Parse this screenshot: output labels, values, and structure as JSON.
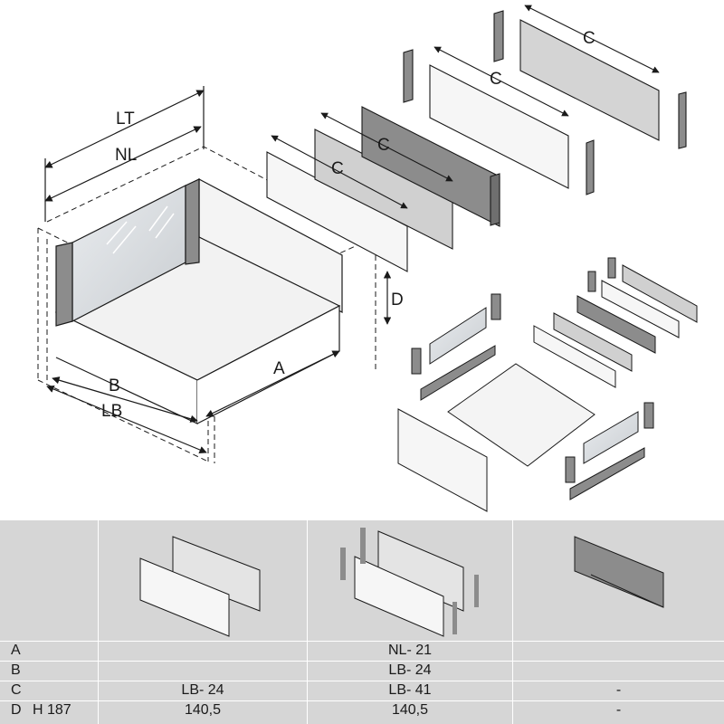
{
  "dimension_labels": {
    "lt": "LT",
    "nl": "NL",
    "a": "A",
    "b": "B",
    "lb": "LB",
    "c": "C",
    "d": "D"
  },
  "table": {
    "rows": [
      {
        "label": "A",
        "sublabel": "",
        "col1": "",
        "col2": "NL- 21",
        "col3": ""
      },
      {
        "label": "B",
        "sublabel": "",
        "col1": "",
        "col2": "LB- 24",
        "col3": ""
      },
      {
        "label": "C",
        "sublabel": "",
        "col1": "LB- 24",
        "col2": "LB- 41",
        "col3": "-"
      },
      {
        "label": "D",
        "sublabel": "H 187",
        "col1": "140,5",
        "col2": "140,5",
        "col3": "-"
      }
    ]
  },
  "colors": {
    "table_bg": "#d6d6d6",
    "panel_light": "#f4f4f4",
    "panel_mid": "#cfcfcf",
    "panel_dark": "#8c8c8c",
    "line": "#1a1a1a"
  }
}
